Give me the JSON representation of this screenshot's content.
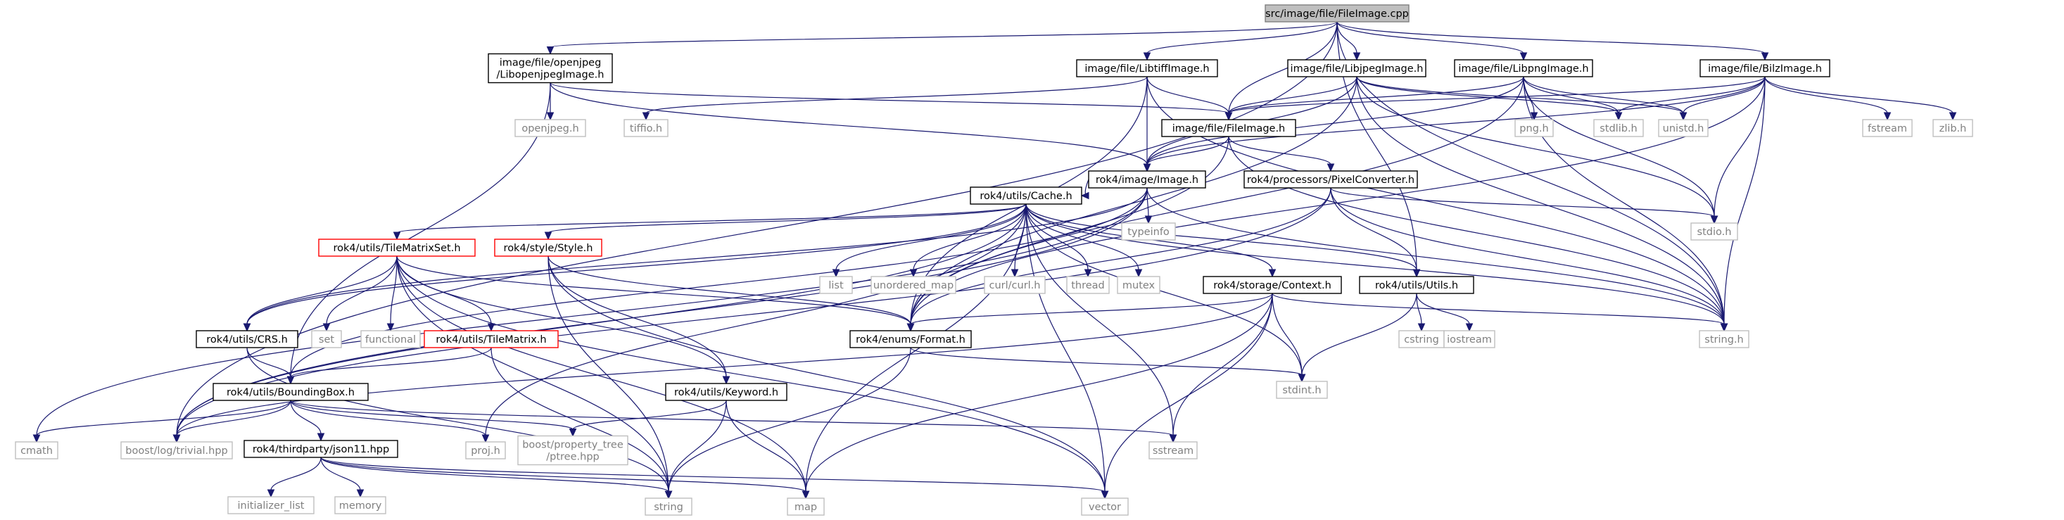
{
  "colors": {
    "edge": "#191970",
    "node_border": "#000000",
    "missing_border": "#bfbfbf",
    "missing_text": "#808080",
    "root_fill": "#bfbfbf",
    "red_border": "#ff0000",
    "text": "#000000"
  },
  "nodes": [
    {
      "id": "fileimage_cpp",
      "lines": [
        "src/image/file/FileImage.cpp"
      ],
      "kind": "root"
    },
    {
      "id": "libopenjpeg",
      "lines": [
        "image/file/openjpeg",
        "/LibopenjpegImage.h"
      ],
      "kind": "normal"
    },
    {
      "id": "libtiff",
      "lines": [
        "image/file/LibtiffImage.h"
      ],
      "kind": "normal"
    },
    {
      "id": "libjpeg",
      "lines": [
        "image/file/LibjpegImage.h"
      ],
      "kind": "normal"
    },
    {
      "id": "libpng",
      "lines": [
        "image/file/LibpngImage.h"
      ],
      "kind": "normal"
    },
    {
      "id": "bilz",
      "lines": [
        "image/file/BilzImage.h"
      ],
      "kind": "normal"
    },
    {
      "id": "openjpeg_h",
      "lines": [
        "openjpeg.h"
      ],
      "kind": "missing"
    },
    {
      "id": "tiffio_h",
      "lines": [
        "tiffio.h"
      ],
      "kind": "missing"
    },
    {
      "id": "fileimage_h",
      "lines": [
        "image/file/FileImage.h"
      ],
      "kind": "normal"
    },
    {
      "id": "png_h",
      "lines": [
        "png.h"
      ],
      "kind": "missing"
    },
    {
      "id": "stdlib_h",
      "lines": [
        "stdlib.h"
      ],
      "kind": "missing"
    },
    {
      "id": "unistd_h",
      "lines": [
        "unistd.h"
      ],
      "kind": "missing"
    },
    {
      "id": "fstream",
      "lines": [
        "fstream"
      ],
      "kind": "missing"
    },
    {
      "id": "zlib_h",
      "lines": [
        "zlib.h"
      ],
      "kind": "missing"
    },
    {
      "id": "image_h",
      "lines": [
        "rok4/image/Image.h"
      ],
      "kind": "normal"
    },
    {
      "id": "pixelconv",
      "lines": [
        "rok4/processors/PixelConverter.h"
      ],
      "kind": "normal"
    },
    {
      "id": "typeinfo",
      "lines": [
        "typeinfo"
      ],
      "kind": "missing"
    },
    {
      "id": "stdio_h",
      "lines": [
        "stdio.h"
      ],
      "kind": "missing"
    },
    {
      "id": "cache_h",
      "lines": [
        "rok4/utils/Cache.h"
      ],
      "kind": "normal"
    },
    {
      "id": "tms_h",
      "lines": [
        "rok4/utils/TileMatrixSet.h"
      ],
      "kind": "red"
    },
    {
      "id": "style_h",
      "lines": [
        "rok4/style/Style.h"
      ],
      "kind": "red"
    },
    {
      "id": "list",
      "lines": [
        "list"
      ],
      "kind": "missing"
    },
    {
      "id": "unordered_map",
      "lines": [
        "unordered_map"
      ],
      "kind": "missing"
    },
    {
      "id": "curl_h",
      "lines": [
        "curl/curl.h"
      ],
      "kind": "missing"
    },
    {
      "id": "thread",
      "lines": [
        "thread"
      ],
      "kind": "missing"
    },
    {
      "id": "mutex",
      "lines": [
        "mutex"
      ],
      "kind": "missing"
    },
    {
      "id": "context_h",
      "lines": [
        "rok4/storage/Context.h"
      ],
      "kind": "normal"
    },
    {
      "id": "utils_h",
      "lines": [
        "rok4/utils/Utils.h"
      ],
      "kind": "normal"
    },
    {
      "id": "set",
      "lines": [
        "set"
      ],
      "kind": "missing"
    },
    {
      "id": "functional",
      "lines": [
        "functional"
      ],
      "kind": "missing"
    },
    {
      "id": "crs_h",
      "lines": [
        "rok4/utils/CRS.h"
      ],
      "kind": "normal"
    },
    {
      "id": "tm_h",
      "lines": [
        "rok4/utils/TileMatrix.h"
      ],
      "kind": "red"
    },
    {
      "id": "format_h",
      "lines": [
        "rok4/enums/Format.h"
      ],
      "kind": "normal"
    },
    {
      "id": "cstring",
      "lines": [
        "cstring"
      ],
      "kind": "missing"
    },
    {
      "id": "iostream",
      "lines": [
        "iostream"
      ],
      "kind": "missing"
    },
    {
      "id": "string_h",
      "lines": [
        "string.h"
      ],
      "kind": "missing"
    },
    {
      "id": "bbox_h",
      "lines": [
        "rok4/utils/BoundingBox.h"
      ],
      "kind": "normal"
    },
    {
      "id": "keyword_h",
      "lines": [
        "rok4/utils/Keyword.h"
      ],
      "kind": "normal"
    },
    {
      "id": "stdint_h",
      "lines": [
        "stdint.h"
      ],
      "kind": "missing"
    },
    {
      "id": "cmath",
      "lines": [
        "cmath"
      ],
      "kind": "missing"
    },
    {
      "id": "trivial",
      "lines": [
        "boost/log/trivial.hpp"
      ],
      "kind": "missing"
    },
    {
      "id": "json11",
      "lines": [
        "rok4/thirdparty/json11.hpp"
      ],
      "kind": "normal"
    },
    {
      "id": "proj_h",
      "lines": [
        "proj.h"
      ],
      "kind": "missing"
    },
    {
      "id": "ptree",
      "lines": [
        "boost/property_tree",
        "/ptree.hpp"
      ],
      "kind": "missing"
    },
    {
      "id": "sstream",
      "lines": [
        "sstream"
      ],
      "kind": "missing"
    },
    {
      "id": "init_list",
      "lines": [
        "initializer_list"
      ],
      "kind": "missing"
    },
    {
      "id": "memory",
      "lines": [
        "memory"
      ],
      "kind": "missing"
    },
    {
      "id": "string",
      "lines": [
        "string"
      ],
      "kind": "missing"
    },
    {
      "id": "map",
      "lines": [
        "map"
      ],
      "kind": "missing"
    },
    {
      "id": "vector",
      "lines": [
        "vector"
      ],
      "kind": "missing"
    }
  ],
  "edges": [
    [
      "fileimage_cpp",
      "libopenjpeg"
    ],
    [
      "fileimage_cpp",
      "libtiff"
    ],
    [
      "fileimage_cpp",
      "libjpeg"
    ],
    [
      "fileimage_cpp",
      "libpng"
    ],
    [
      "fileimage_cpp",
      "bilz"
    ],
    [
      "fileimage_cpp",
      "fileimage_h"
    ],
    [
      "fileimage_cpp",
      "trivial"
    ],
    [
      "fileimage_cpp",
      "utils_h"
    ],
    [
      "fileimage_cpp",
      "string_h"
    ],
    [
      "libopenjpeg",
      "openjpeg_h"
    ],
    [
      "libopenjpeg",
      "fileimage_h"
    ],
    [
      "libopenjpeg",
      "image_h"
    ],
    [
      "libopenjpeg",
      "bbox_h"
    ],
    [
      "libtiff",
      "tiffio_h"
    ],
    [
      "libtiff",
      "fileimage_h"
    ],
    [
      "libtiff",
      "image_h"
    ],
    [
      "libtiff",
      "format_h"
    ],
    [
      "libtiff",
      "string_h"
    ],
    [
      "libjpeg",
      "fileimage_h"
    ],
    [
      "libjpeg",
      "image_h"
    ],
    [
      "libjpeg",
      "stdlib_h"
    ],
    [
      "libjpeg",
      "unistd_h"
    ],
    [
      "libjpeg",
      "format_h"
    ],
    [
      "libjpeg",
      "stdio_h"
    ],
    [
      "libjpeg",
      "string_h"
    ],
    [
      "libpng",
      "png_h"
    ],
    [
      "libpng",
      "fileimage_h"
    ],
    [
      "libpng",
      "image_h"
    ],
    [
      "libpng",
      "stdlib_h"
    ],
    [
      "libpng",
      "unistd_h"
    ],
    [
      "libpng",
      "stdio_h"
    ],
    [
      "libpng",
      "format_h"
    ],
    [
      "libpng",
      "string_h"
    ],
    [
      "bilz",
      "fileimage_h"
    ],
    [
      "bilz",
      "image_h"
    ],
    [
      "bilz",
      "fstream"
    ],
    [
      "bilz",
      "zlib_h"
    ],
    [
      "bilz",
      "stdlib_h"
    ],
    [
      "bilz",
      "unistd_h"
    ],
    [
      "bilz",
      "stdio_h"
    ],
    [
      "bilz",
      "format_h"
    ],
    [
      "bilz",
      "string_h"
    ],
    [
      "fileimage_h",
      "image_h"
    ],
    [
      "fileimage_h",
      "pixelconv"
    ],
    [
      "fileimage_h",
      "format_h"
    ],
    [
      "fileimage_h",
      "string_h"
    ],
    [
      "image_h",
      "typeinfo"
    ],
    [
      "image_h",
      "cache_h"
    ],
    [
      "image_h",
      "crs_h"
    ],
    [
      "image_h",
      "bbox_h"
    ],
    [
      "image_h",
      "trivial"
    ],
    [
      "image_h",
      "cmath"
    ],
    [
      "image_h",
      "string_h"
    ],
    [
      "pixelconv",
      "utils_h"
    ],
    [
      "pixelconv",
      "stdio_h"
    ],
    [
      "pixelconv",
      "format_h"
    ],
    [
      "pixelconv",
      "trivial"
    ],
    [
      "pixelconv",
      "string_h"
    ],
    [
      "cache_h",
      "tms_h"
    ],
    [
      "cache_h",
      "style_h"
    ],
    [
      "cache_h",
      "list"
    ],
    [
      "cache_h",
      "unordered_map"
    ],
    [
      "cache_h",
      "curl_h"
    ],
    [
      "cache_h",
      "thread"
    ],
    [
      "cache_h",
      "mutex"
    ],
    [
      "cache_h",
      "context_h"
    ],
    [
      "cache_h",
      "utils_h"
    ],
    [
      "cache_h",
      "crs_h"
    ],
    [
      "cache_h",
      "trivial"
    ],
    [
      "cache_h",
      "string_h"
    ],
    [
      "cache_h",
      "stdint_h"
    ],
    [
      "cache_h",
      "map"
    ],
    [
      "cache_h",
      "vector"
    ],
    [
      "cache_h",
      "sstream"
    ],
    [
      "cache_h",
      "proj_h"
    ],
    [
      "tms_h",
      "set"
    ],
    [
      "tms_h",
      "functional"
    ],
    [
      "tms_h",
      "crs_h"
    ],
    [
      "tms_h",
      "tm_h"
    ],
    [
      "tms_h",
      "keyword_h"
    ],
    [
      "tms_h",
      "format_h"
    ],
    [
      "tms_h",
      "string"
    ],
    [
      "tms_h",
      "map"
    ],
    [
      "tms_h",
      "vector"
    ],
    [
      "style_h",
      "keyword_h"
    ],
    [
      "style_h",
      "format_h"
    ],
    [
      "style_h",
      "string"
    ],
    [
      "style_h",
      "vector"
    ],
    [
      "context_h",
      "string_h"
    ],
    [
      "context_h",
      "stdint_h"
    ],
    [
      "context_h",
      "format_h"
    ],
    [
      "context_h",
      "sstream"
    ],
    [
      "context_h",
      "map"
    ],
    [
      "context_h",
      "vector"
    ],
    [
      "context_h",
      "trivial"
    ],
    [
      "utils_h",
      "cstring"
    ],
    [
      "utils_h",
      "iostream"
    ],
    [
      "utils_h",
      "stdint_h"
    ],
    [
      "crs_h",
      "bbox_h"
    ],
    [
      "crs_h",
      "string"
    ],
    [
      "tm_h",
      "bbox_h"
    ],
    [
      "tm_h",
      "string"
    ],
    [
      "format_h",
      "stdint_h"
    ],
    [
      "format_h",
      "string"
    ],
    [
      "bbox_h",
      "cmath"
    ],
    [
      "bbox_h",
      "trivial"
    ],
    [
      "bbox_h",
      "json11"
    ],
    [
      "bbox_h",
      "proj_h"
    ],
    [
      "bbox_h",
      "ptree"
    ],
    [
      "bbox_h",
      "sstream"
    ],
    [
      "keyword_h",
      "ptree"
    ],
    [
      "keyword_h",
      "string"
    ],
    [
      "keyword_h",
      "map"
    ],
    [
      "json11",
      "init_list"
    ],
    [
      "json11",
      "memory"
    ],
    [
      "json11",
      "string"
    ],
    [
      "json11",
      "map"
    ],
    [
      "json11",
      "vector"
    ]
  ]
}
